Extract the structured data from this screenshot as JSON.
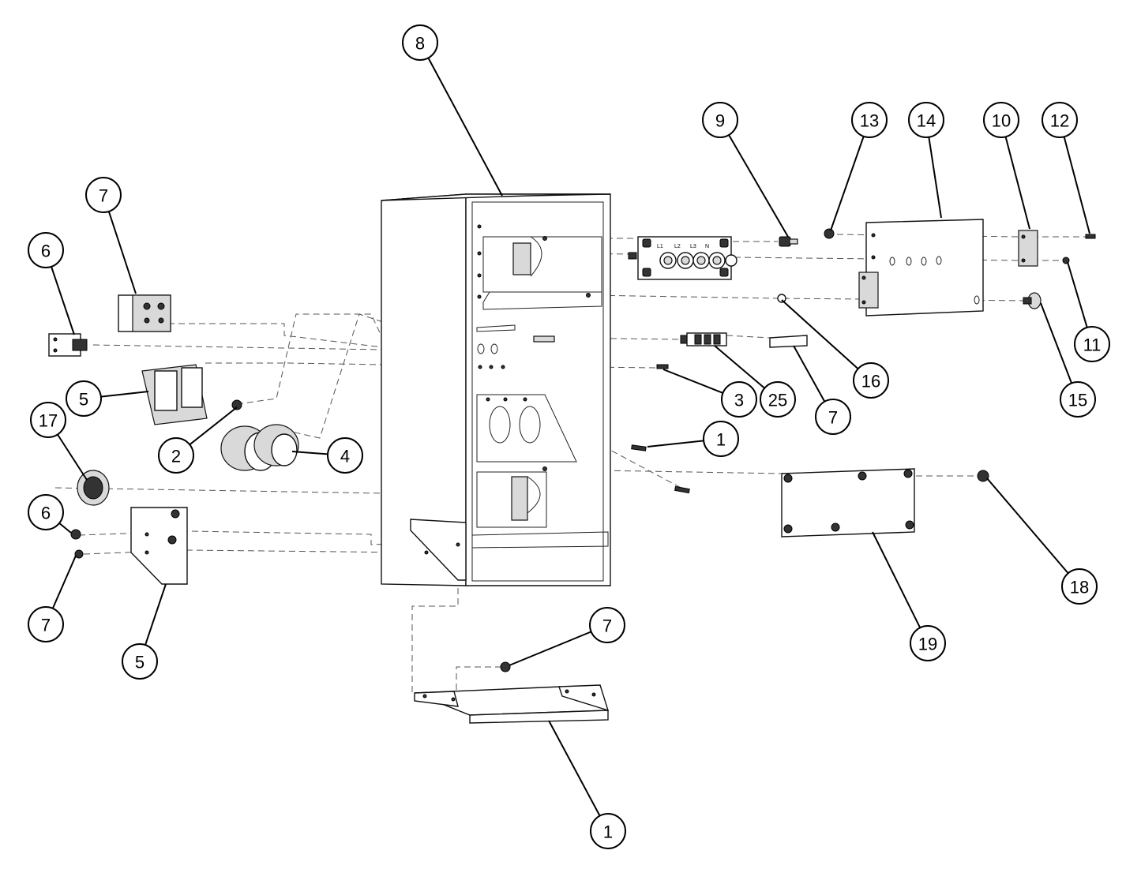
{
  "callouts": [
    {
      "label": "8"
    },
    {
      "label": "9"
    },
    {
      "label": "13"
    },
    {
      "label": "14"
    },
    {
      "label": "10"
    },
    {
      "label": "12"
    },
    {
      "label": "7"
    },
    {
      "label": "6"
    },
    {
      "label": "11"
    },
    {
      "label": "16"
    },
    {
      "label": "15"
    },
    {
      "label": "5"
    },
    {
      "label": "3"
    },
    {
      "label": "25"
    },
    {
      "label": "7"
    },
    {
      "label": "17"
    },
    {
      "label": "2"
    },
    {
      "label": "4"
    },
    {
      "label": "1"
    },
    {
      "label": "6"
    },
    {
      "label": "18"
    },
    {
      "label": "7"
    },
    {
      "label": "5"
    },
    {
      "label": "19"
    },
    {
      "label": "7"
    },
    {
      "label": "1"
    }
  ],
  "switch_panel_labels": {
    "l1": "L1",
    "l2": "L2",
    "l3": "L3",
    "n": "N"
  }
}
